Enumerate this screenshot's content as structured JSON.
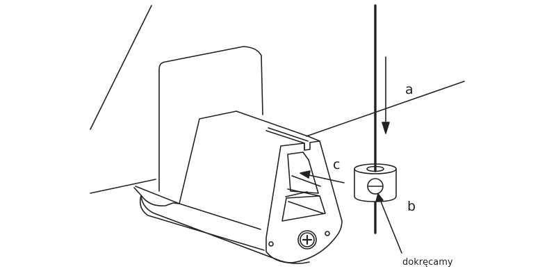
{
  "labels": {
    "a": "a",
    "b": "b",
    "c": "c",
    "note": "dokręcamy"
  },
  "colors": {
    "stroke": "#222222",
    "background": "#ffffff"
  }
}
